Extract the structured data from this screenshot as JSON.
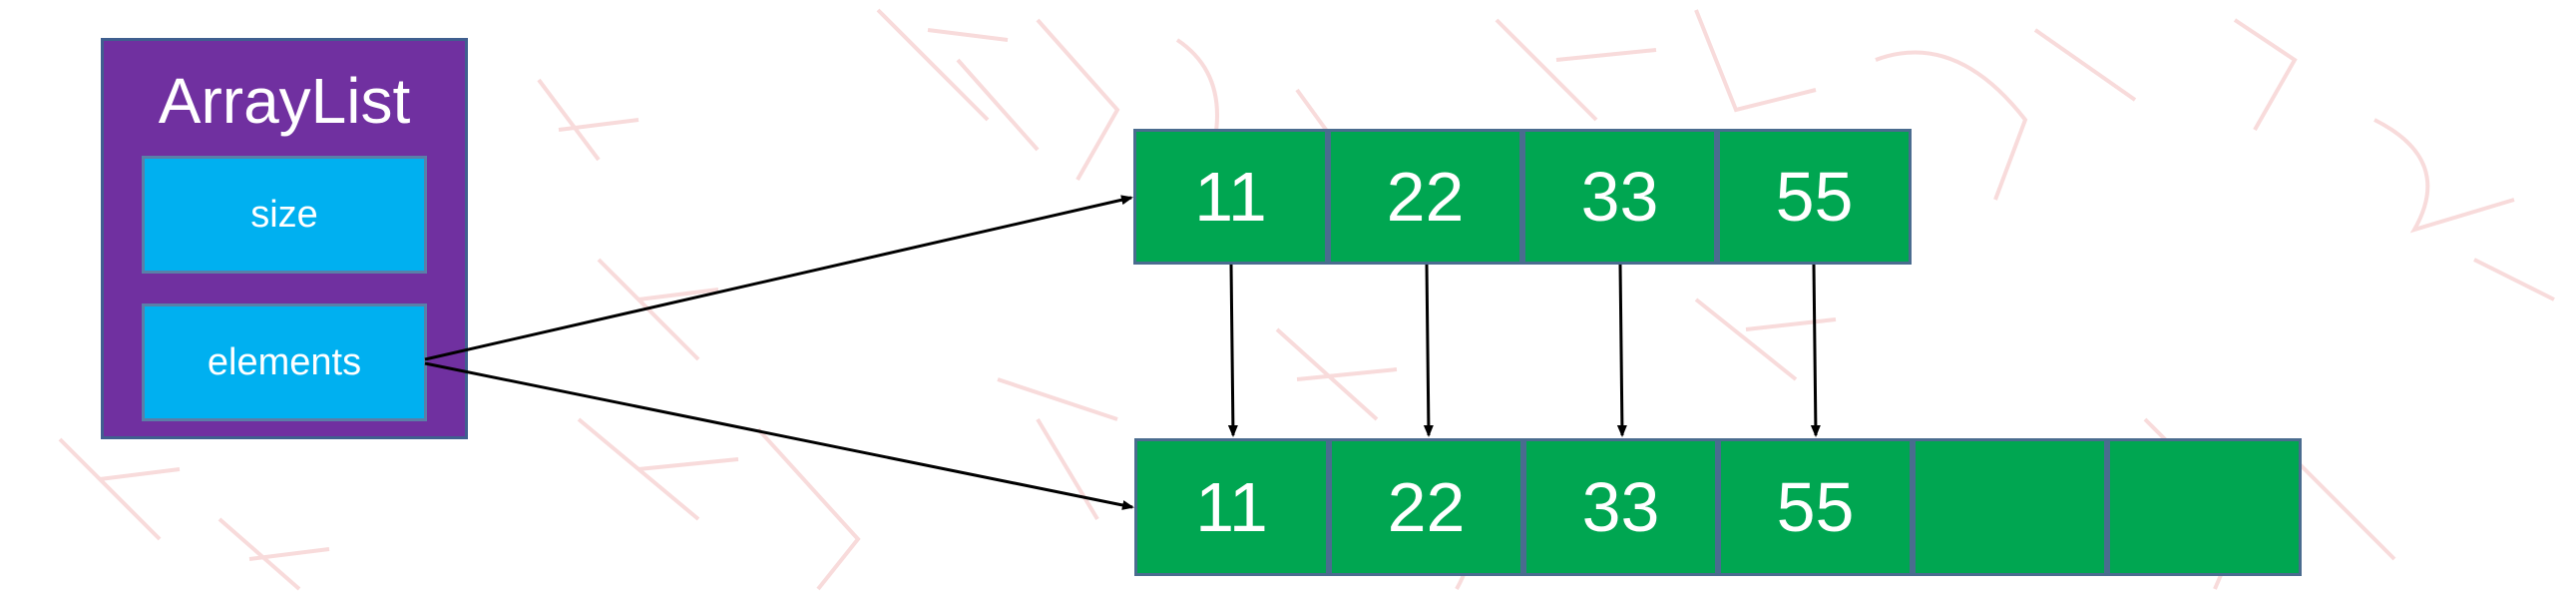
{
  "arraylist": {
    "title": "ArrayList",
    "size_label": "size",
    "elements_label": "elements"
  },
  "old_array": {
    "cells": [
      "11",
      "22",
      "33",
      "55"
    ]
  },
  "new_array": {
    "cells": [
      "11",
      "22",
      "33",
      "55",
      "",
      ""
    ]
  },
  "colors": {
    "arraylist_bg": "#7030a0",
    "field_bg": "#00b0f0",
    "cell_bg": "#00a651",
    "watermark": "#f4c7c7"
  }
}
